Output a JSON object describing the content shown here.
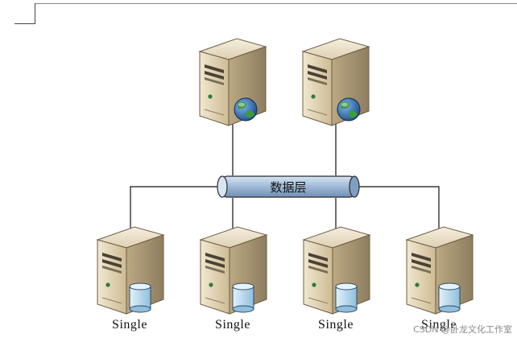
{
  "bus": {
    "label": "数据层"
  },
  "web_servers": [
    {
      "icon": "globe-icon"
    },
    {
      "icon": "globe-icon"
    }
  ],
  "db_servers": [
    {
      "label": "Single",
      "icon": "database-icon"
    },
    {
      "label": "Single",
      "icon": "database-icon"
    },
    {
      "label": "Single",
      "icon": "database-icon"
    },
    {
      "label": "Single",
      "icon": "database-icon"
    }
  ],
  "watermark": "CSDN @卧龙文化工作室",
  "colors": {
    "server_body": "#d8c9a6",
    "server_side": "#a9977a",
    "bus_fill": "#9fb8d6",
    "globe_blue": "#2f6fb3",
    "globe_green": "#3f9a3a",
    "cylinder": "#a9cfe6"
  }
}
